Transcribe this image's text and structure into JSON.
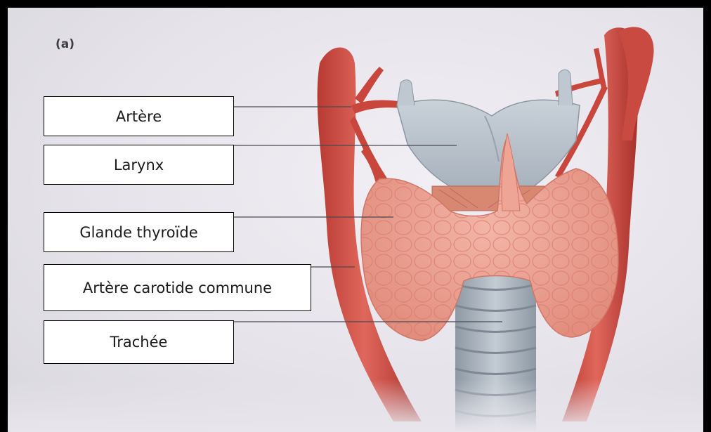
{
  "figure": {
    "panel_label": "(a)"
  },
  "labels": [
    "Artère",
    "Larynx",
    "Glande thyroïde",
    "Artère carotide commune",
    "Trachée"
  ]
}
